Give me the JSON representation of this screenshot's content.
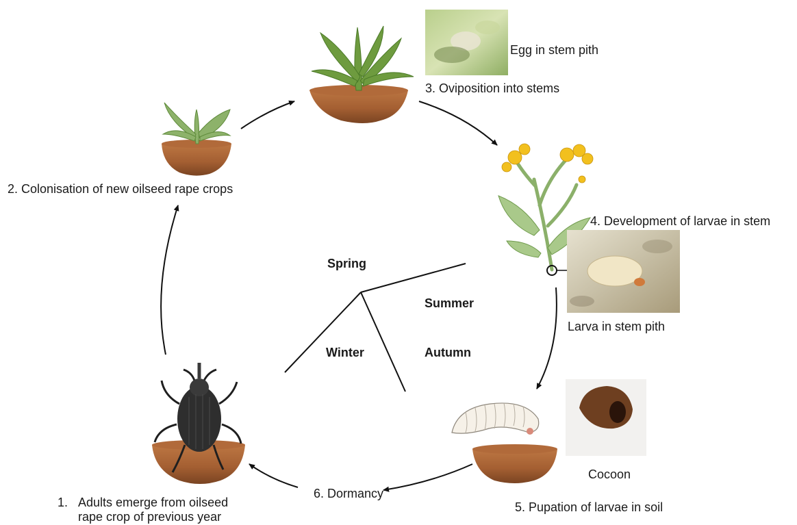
{
  "stages": {
    "s1": {
      "number": "1.",
      "line1": "Adults emerge from oilseed",
      "line2": "rape  crop of previous year"
    },
    "s2": "2. Colonisation of new oilseed rape crops",
    "s3": "3. Oviposition into stems",
    "s4": "4. Development of larvae in stem",
    "s5": "5. Pupation of larvae in soil",
    "s6": "6. Dormancy"
  },
  "insets": {
    "egg": "Egg in stem pith",
    "larva": "Larva in stem pith",
    "cocoon": "Cocoon"
  },
  "seasons": {
    "spring": "Spring",
    "summer": "Summer",
    "autumn": "Autumn",
    "winter": "Winter"
  }
}
